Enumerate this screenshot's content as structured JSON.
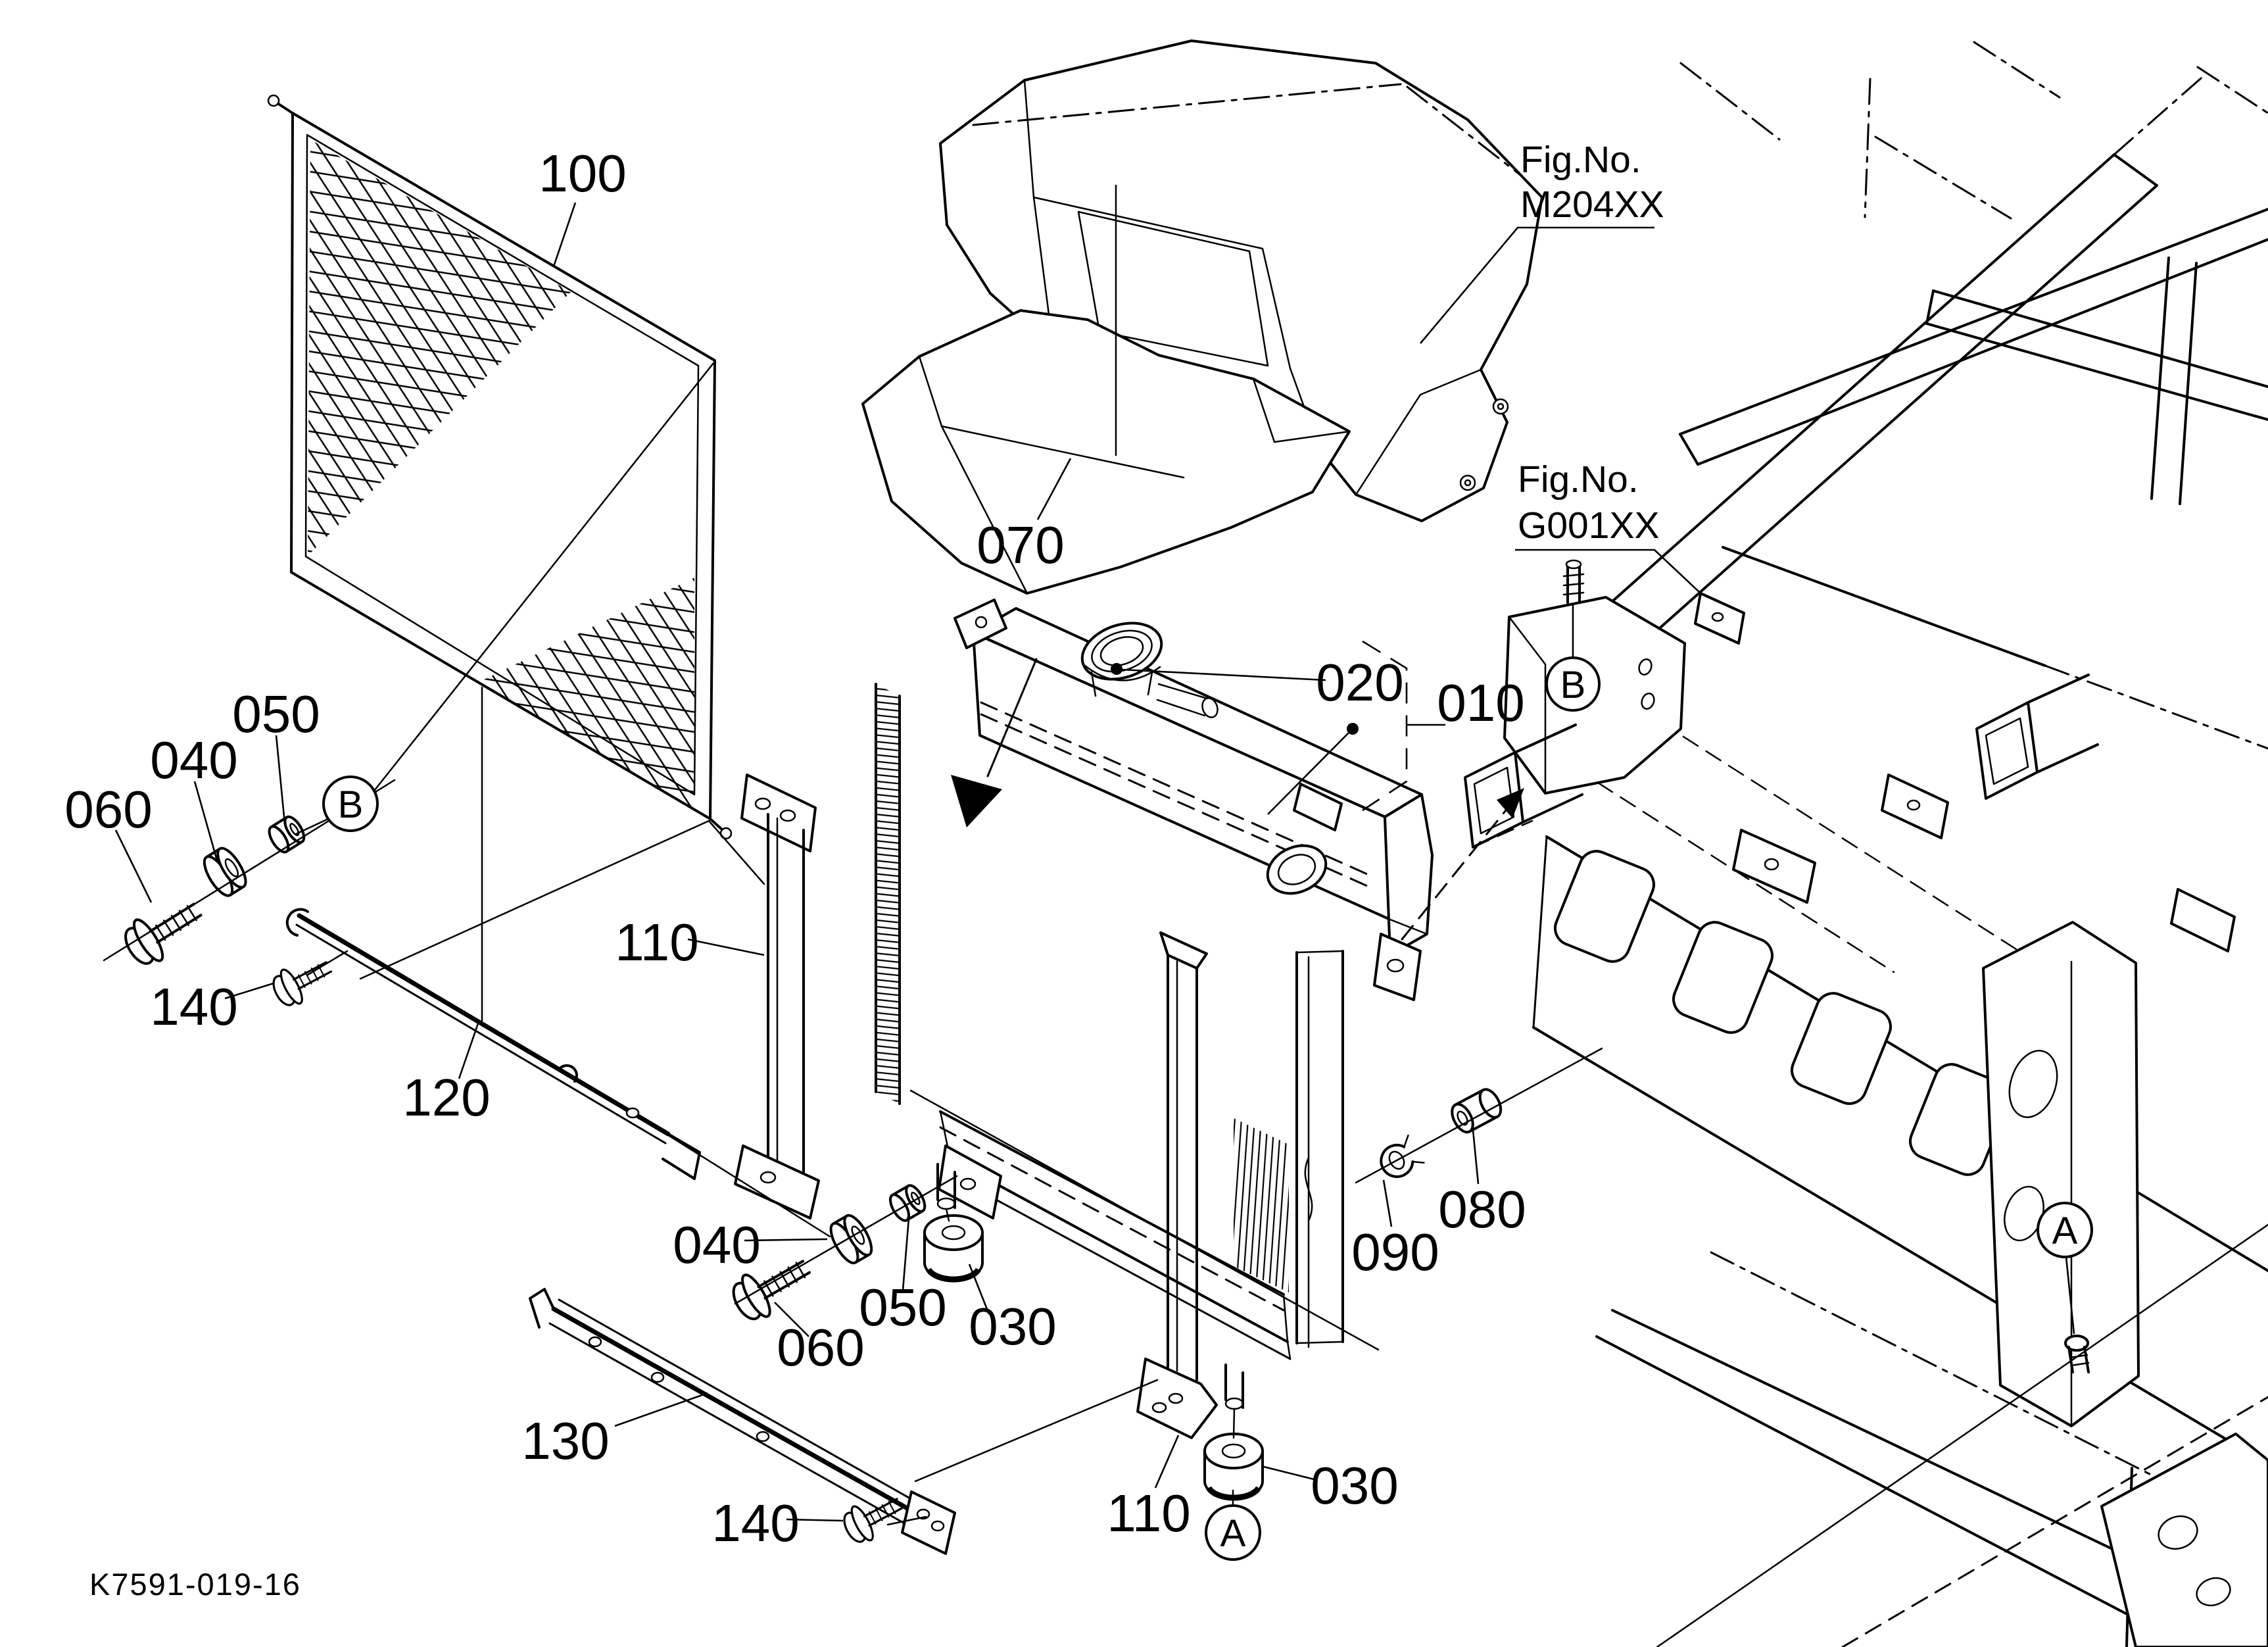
{
  "drawing_code": "K7591-019-16",
  "colors": {
    "line": "#000000",
    "background": "#ffffff"
  },
  "fig_refs": {
    "m204": {
      "line1": "Fig.No.",
      "line2": "M204XX"
    },
    "g001": {
      "line1": "Fig.No.",
      "line2": "G001XX"
    }
  },
  "ref_circles": {
    "a": "A",
    "b": "B"
  },
  "part_labels": {
    "p010": "010",
    "p020": "020",
    "p030": "030",
    "p040": "040",
    "p050": "050",
    "p060": "060",
    "p070": "070",
    "p080": "080",
    "p090": "090",
    "p100": "100",
    "p110": "110",
    "p120": "120",
    "p130": "130",
    "p140": "140"
  }
}
